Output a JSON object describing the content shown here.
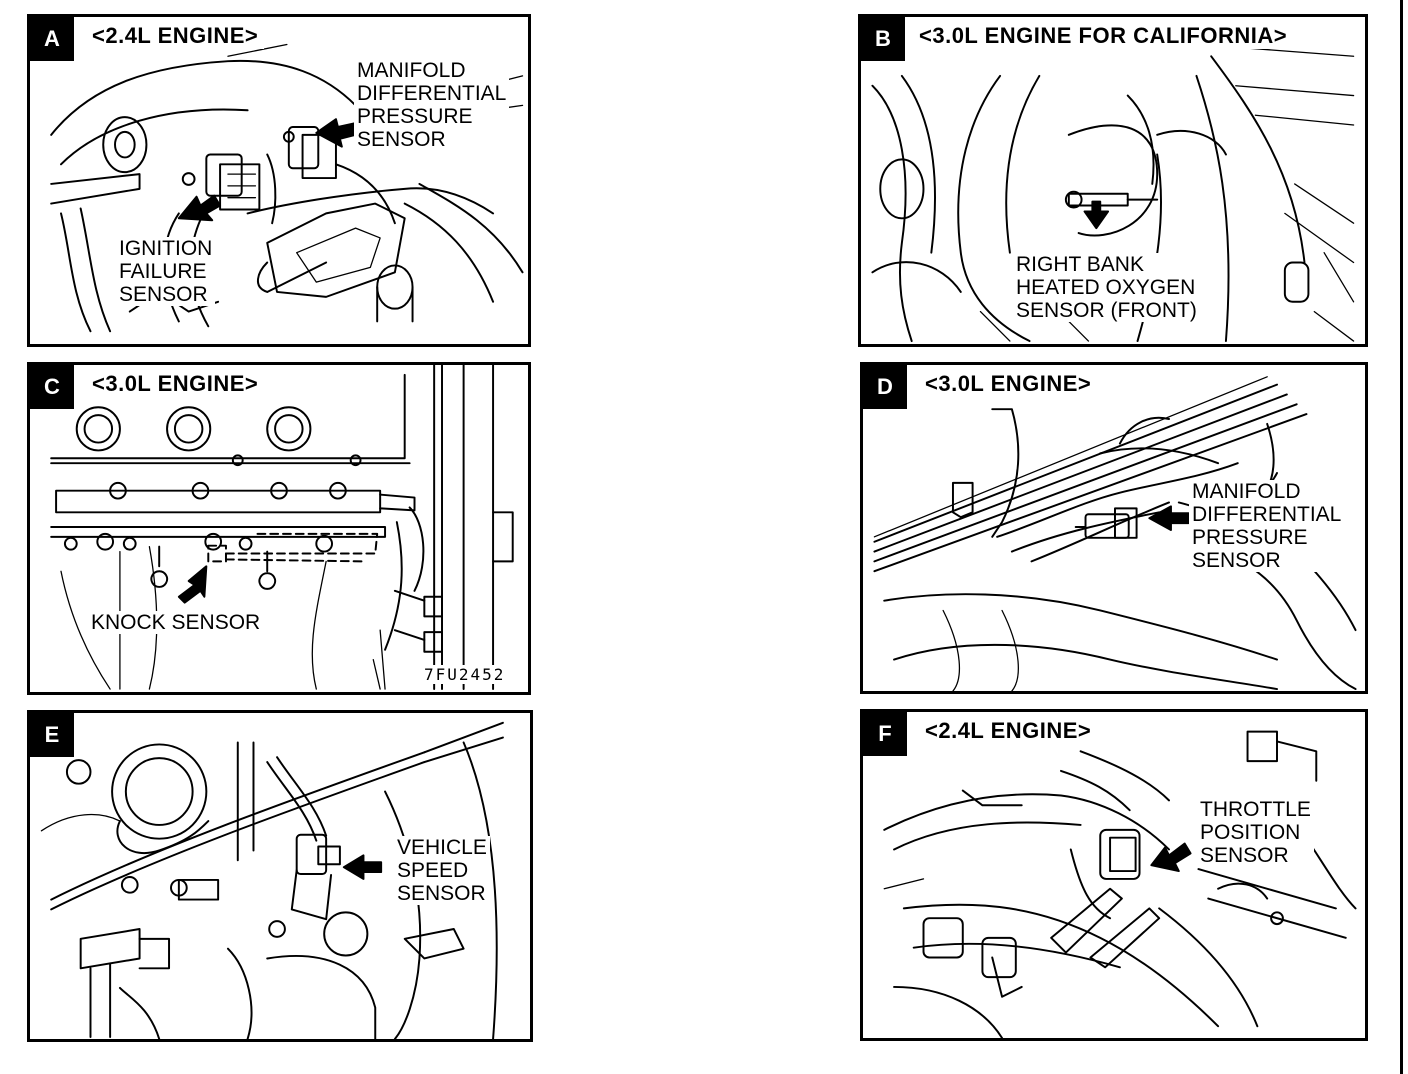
{
  "panels": {
    "a": {
      "letter": "A",
      "title": "<2.4L ENGINE>",
      "labels": {
        "manifold": [
          "MANIFOLD",
          "DIFFERENTIAL",
          "PRESSURE",
          "SENSOR"
        ],
        "ignition": [
          "IGNITION",
          "FAILURE",
          "SENSOR"
        ]
      }
    },
    "b": {
      "letter": "B",
      "title": "<3.0L ENGINE FOR CALIFORNIA>",
      "labels": {
        "oxygen": [
          "RIGHT BANK",
          "HEATED OXYGEN",
          "SENSOR (FRONT)"
        ]
      }
    },
    "c": {
      "letter": "C",
      "title": "<3.0L ENGINE>",
      "labels": {
        "knock": [
          "KNOCK SENSOR"
        ]
      },
      "code": "7FU2452"
    },
    "d": {
      "letter": "D",
      "title": "<3.0L ENGINE>",
      "labels": {
        "manifold": [
          "MANIFOLD",
          "DIFFERENTIAL",
          "PRESSURE",
          "SENSOR"
        ]
      }
    },
    "e": {
      "letter": "E",
      "title": "",
      "labels": {
        "speed": [
          "VEHICLE",
          "SPEED",
          "SENSOR"
        ]
      }
    },
    "f": {
      "letter": "F",
      "title": "<2.4L ENGINE>",
      "labels": {
        "throttle": [
          "THROTTLE",
          "POSITION",
          "SENSOR"
        ]
      }
    }
  }
}
